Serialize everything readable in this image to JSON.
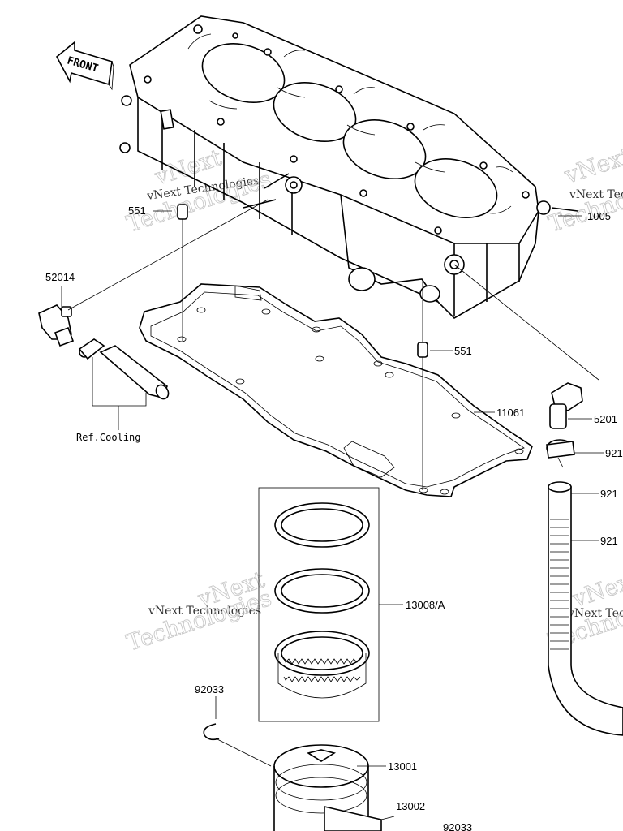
{
  "diagram": {
    "front_arrow": "FRONT",
    "watermark": {
      "line1": "vNext Technologies",
      "line2": "Technologies",
      "line3": "vNext"
    },
    "labels": {
      "dowel_left": "551",
      "dowel_right": "551",
      "fitting_left": "52014",
      "fitting_right": "5201",
      "ref_cooling": "Ref.Cooling",
      "cylinder": "1005",
      "gasket": "11061",
      "ring_set": "13008/A",
      "circlip": "92033",
      "piston": "13001",
      "pin": "13002",
      "circlip_lower": "92033",
      "clamp_right": "921",
      "hose_right_top": "921",
      "hose_right_mid": "921"
    }
  }
}
